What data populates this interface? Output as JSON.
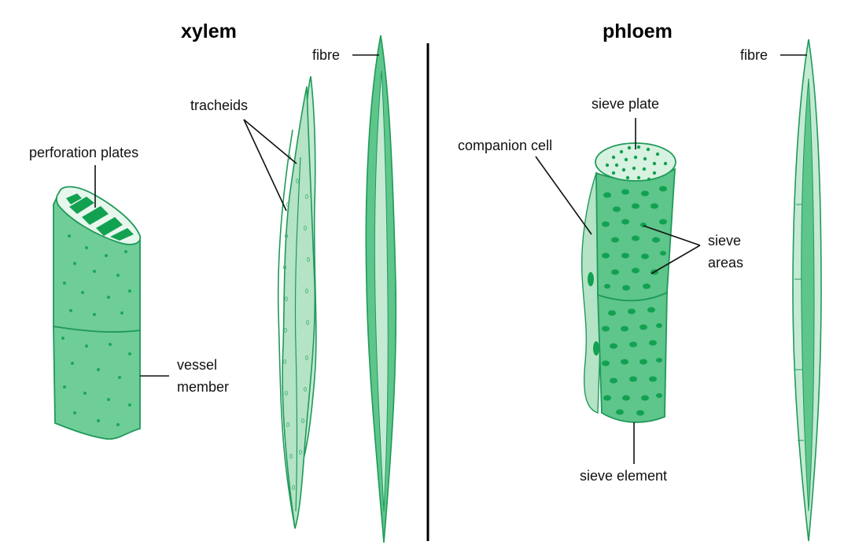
{
  "titles": {
    "left": "xylem",
    "right": "phloem"
  },
  "labels": {
    "perforation_plates": "perforation plates",
    "vessel_member_1": "vessel",
    "vessel_member_2": "member",
    "tracheids": "tracheids",
    "xylem_fibre": "fibre",
    "phloem_fibre": "fibre",
    "sieve_plate": "sieve plate",
    "companion_cell": "companion cell",
    "sieve_areas_1": "sieve",
    "sieve_areas_2": "areas",
    "sieve_element": "sieve element"
  },
  "colors": {
    "cell_fill": "#5ec58b",
    "cell_light": "#9edcb6",
    "cell_pale": "#c4ead3",
    "outline": "#1f9a59",
    "dots": "#12a150",
    "divider": "#000000"
  }
}
